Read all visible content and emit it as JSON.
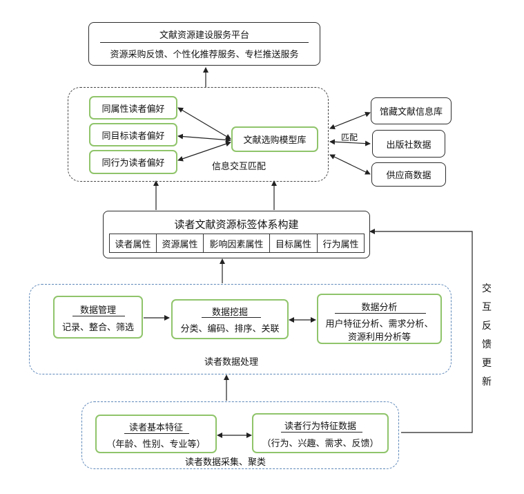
{
  "platform": {
    "title": "文献资源建设服务平台",
    "subtitle": "资源采购反馈、个性化推荐服务、专栏推送服务"
  },
  "matching": {
    "preferences": [
      "同属性读者偏好",
      "同目标读者偏好",
      "同行为读者偏好"
    ],
    "model": "文献选购模型库",
    "label": "信息交互匹配",
    "match_label": "匹配"
  },
  "sources": [
    "馆藏文献信息库",
    "出版社数据",
    "供应商数据"
  ],
  "tags": {
    "title": "读者文献资源标签体系构建",
    "cells": [
      "读者属性",
      "资源属性",
      "影响因素属性",
      "目标属性",
      "行为属性"
    ]
  },
  "processing": {
    "label": "读者数据处理",
    "management": {
      "title": "数据管理",
      "desc": "记录、整合、筛选"
    },
    "mining": {
      "title": "数据挖掘",
      "desc": "分类、编码、排序、关联"
    },
    "analysis": {
      "title": "数据分析",
      "desc_line1": "用户特征分析、需求分析、",
      "desc_line2": "资源利用分析等"
    }
  },
  "collection": {
    "label": "读者数据采集、聚类",
    "basic": {
      "title": "读者基本特征",
      "desc": "（年龄、性别、专业等）"
    },
    "behavior": {
      "title": "读者行为特征数据",
      "desc": "（行为、兴趣、需求、反馈）"
    }
  },
  "feedback": {
    "chars": [
      "交",
      "互",
      "反",
      "馈",
      "更",
      "新"
    ]
  }
}
